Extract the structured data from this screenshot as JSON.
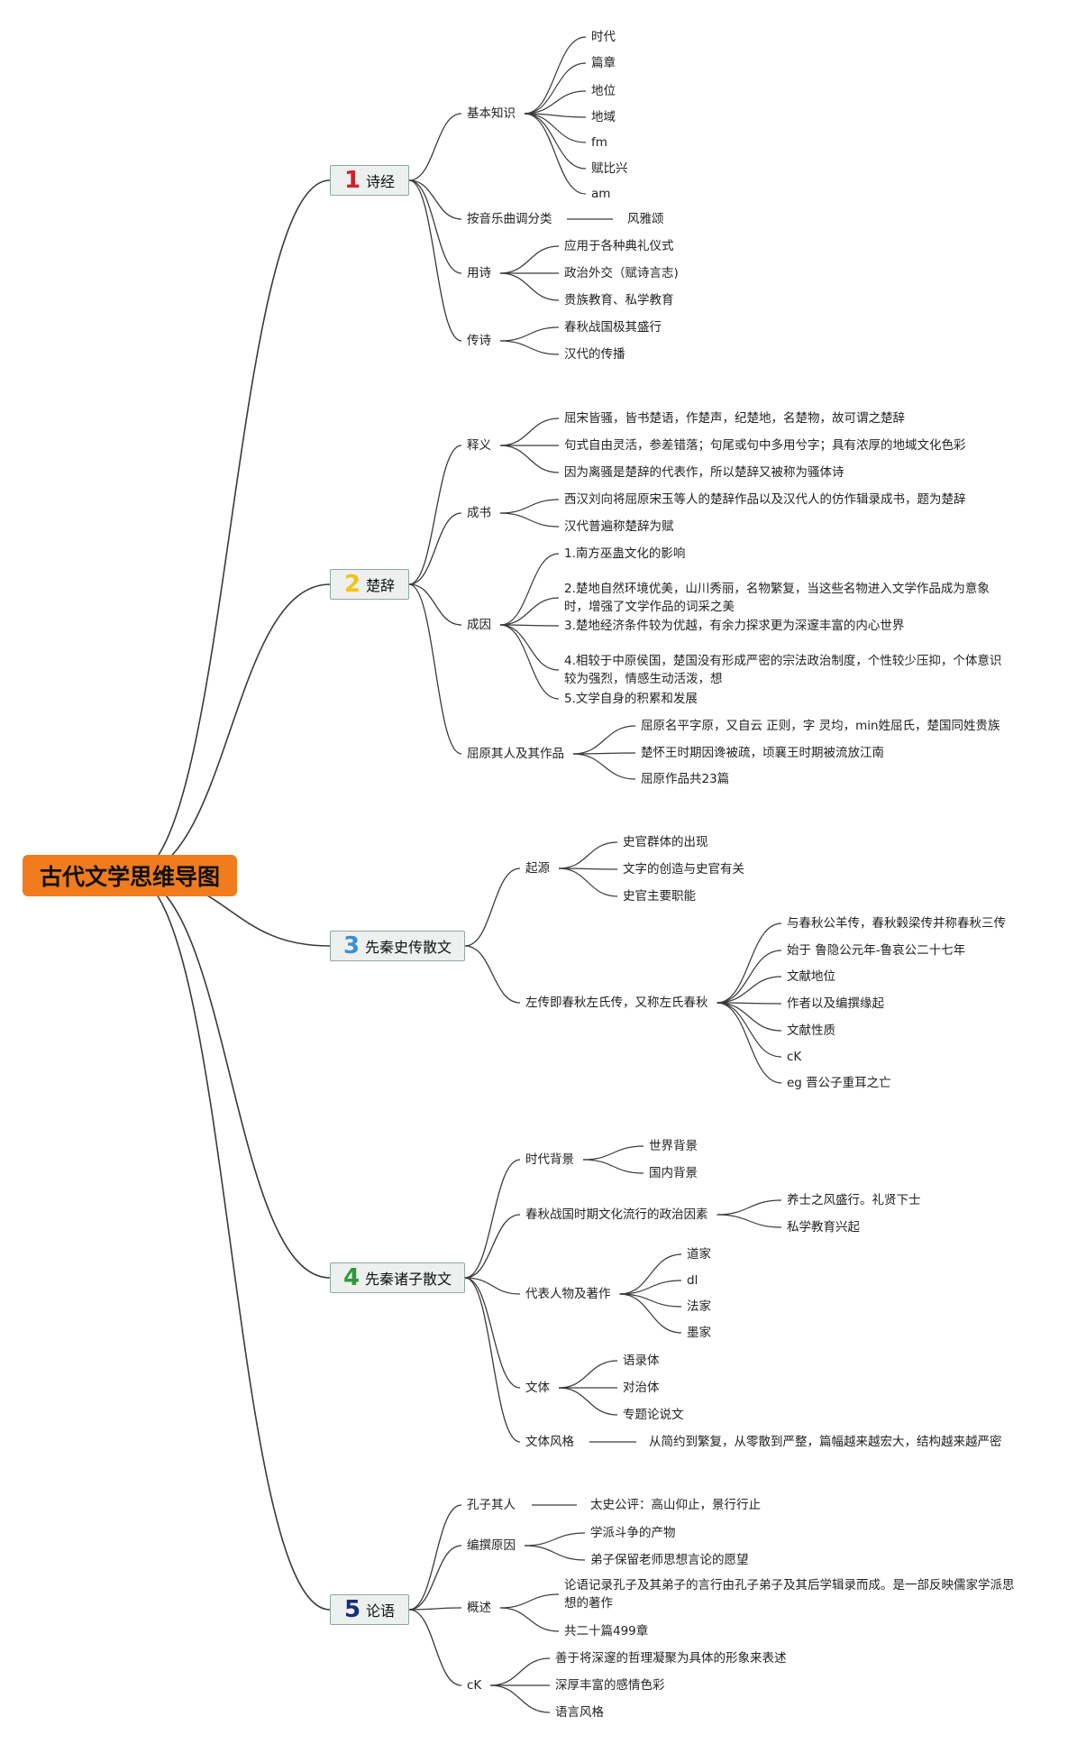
{
  "root": "古代文学思维导图",
  "colors": {
    "root_bg": "#f07c1e",
    "line": "#3a3a3a",
    "num1": "#d3202a",
    "num2": "#f2c319",
    "num3": "#3a8fd0",
    "num4": "#2c9a3b",
    "num5": "#1b2c7a"
  },
  "branches": [
    {
      "num": "1",
      "label": "诗经",
      "children": [
        {
          "label": "基本知识",
          "items": [
            "时代",
            "篇章",
            "地位",
            "地域",
            "fm",
            "赋比兴",
            "am"
          ]
        },
        {
          "label": "按音乐曲调分类",
          "items": [
            "风雅颂"
          ]
        },
        {
          "label": "用诗",
          "items": [
            "应用于各种典礼仪式",
            "政治外交（赋诗言志)",
            "贵族教育、私学教育"
          ]
        },
        {
          "label": "传诗",
          "items": [
            "春秋战国极其盛行",
            "汉代的传播"
          ]
        }
      ]
    },
    {
      "num": "2",
      "label": "楚辞",
      "children": [
        {
          "label": "释义",
          "items": [
            "屈宋皆骚，皆书楚语，作楚声，纪楚地，名楚物，故可谓之楚辞",
            "句式自由灵活，参差错落；句尾或句中多用兮字；具有浓厚的地域文化色彩",
            "因为离骚是楚辞的代表作，所以楚辞又被称为骚体诗"
          ]
        },
        {
          "label": "成书",
          "items": [
            "西汉刘向将屈原宋玉等人的楚辞作品以及汉代人的仿作辑录成书，题为楚辞",
            "汉代普遍称楚辞为赋"
          ]
        },
        {
          "label": "成因",
          "items": [
            "1.南方巫蛊文化的影响",
            "2.楚地自然环境优美，山川秀丽，名物繁复，当这些名物进入文学作品成为意象时，增强了文学作品的词采之美",
            "3.楚地经济条件较为优越，有余力探求更为深邃丰富的内心世界",
            "4.相较于中原侯国，楚国没有形成严密的宗法政治制度，个性较少压抑，个体意识较为强烈，情感生动活泼，想",
            "5.文学自身的积累和发展"
          ]
        },
        {
          "label": "屈原其人及其作品",
          "items": [
            "屈原名平字原，又自云 正则，字 灵均，min姓屈氏，楚国同姓贵族",
            "楚怀王时期因谗被疏，顷襄王时期被流放江南",
            "屈原作品共23篇"
          ]
        }
      ]
    },
    {
      "num": "3",
      "label": "先秦史传散文",
      "children": [
        {
          "label": "起源",
          "items": [
            "史官群体的出现",
            "文字的创造与史官有关",
            "史官主要职能"
          ]
        },
        {
          "label": "左传即春秋左氏传，又称左氏春秋",
          "items": [
            "与春秋公羊传，春秋榖梁传并称春秋三传",
            "始于 鲁隐公元年-鲁哀公二十七年",
            "文献地位",
            "作者以及编撰缘起",
            "文献性质",
            "cK",
            "eg 晋公子重耳之亡"
          ]
        }
      ]
    },
    {
      "num": "4",
      "label": "先秦诸子散文",
      "children": [
        {
          "label": "时代背景",
          "items": [
            "世界背景",
            "国内背景"
          ]
        },
        {
          "label": "春秋战国时期文化流行的政治因素",
          "items": [
            "养士之风盛行。礼贤下士",
            "私学教育兴起"
          ]
        },
        {
          "label": "代表人物及著作",
          "items": [
            "道家",
            "dl",
            "法家",
            "墨家"
          ]
        },
        {
          "label": "文体",
          "items": [
            "语录体",
            "对治体",
            "专题论说文"
          ]
        },
        {
          "label": "文体风格",
          "items": [
            "从简约到繁复，从零散到严整，篇幅越来越宏大，结构越来越严密"
          ]
        }
      ]
    },
    {
      "num": "5",
      "label": "论语",
      "children": [
        {
          "label": "孔子其人",
          "items": [
            "太史公评：高山仰止，景行行止"
          ]
        },
        {
          "label": "编撰原因",
          "items": [
            "学派斗争的产物",
            "弟子保留老师思想言论的愿望"
          ]
        },
        {
          "label": "概述",
          "items": [
            "论语记录孔子及其弟子的言行由孔子弟子及其后学辑录而成。是一部反映儒家学派思想的著作",
            "共二十篇499章"
          ]
        },
        {
          "label": "cK",
          "items": [
            "善于将深邃的哲理凝聚为具体的形象来表述",
            "深厚丰富的感情色彩",
            "语言风格"
          ]
        }
      ]
    }
  ]
}
